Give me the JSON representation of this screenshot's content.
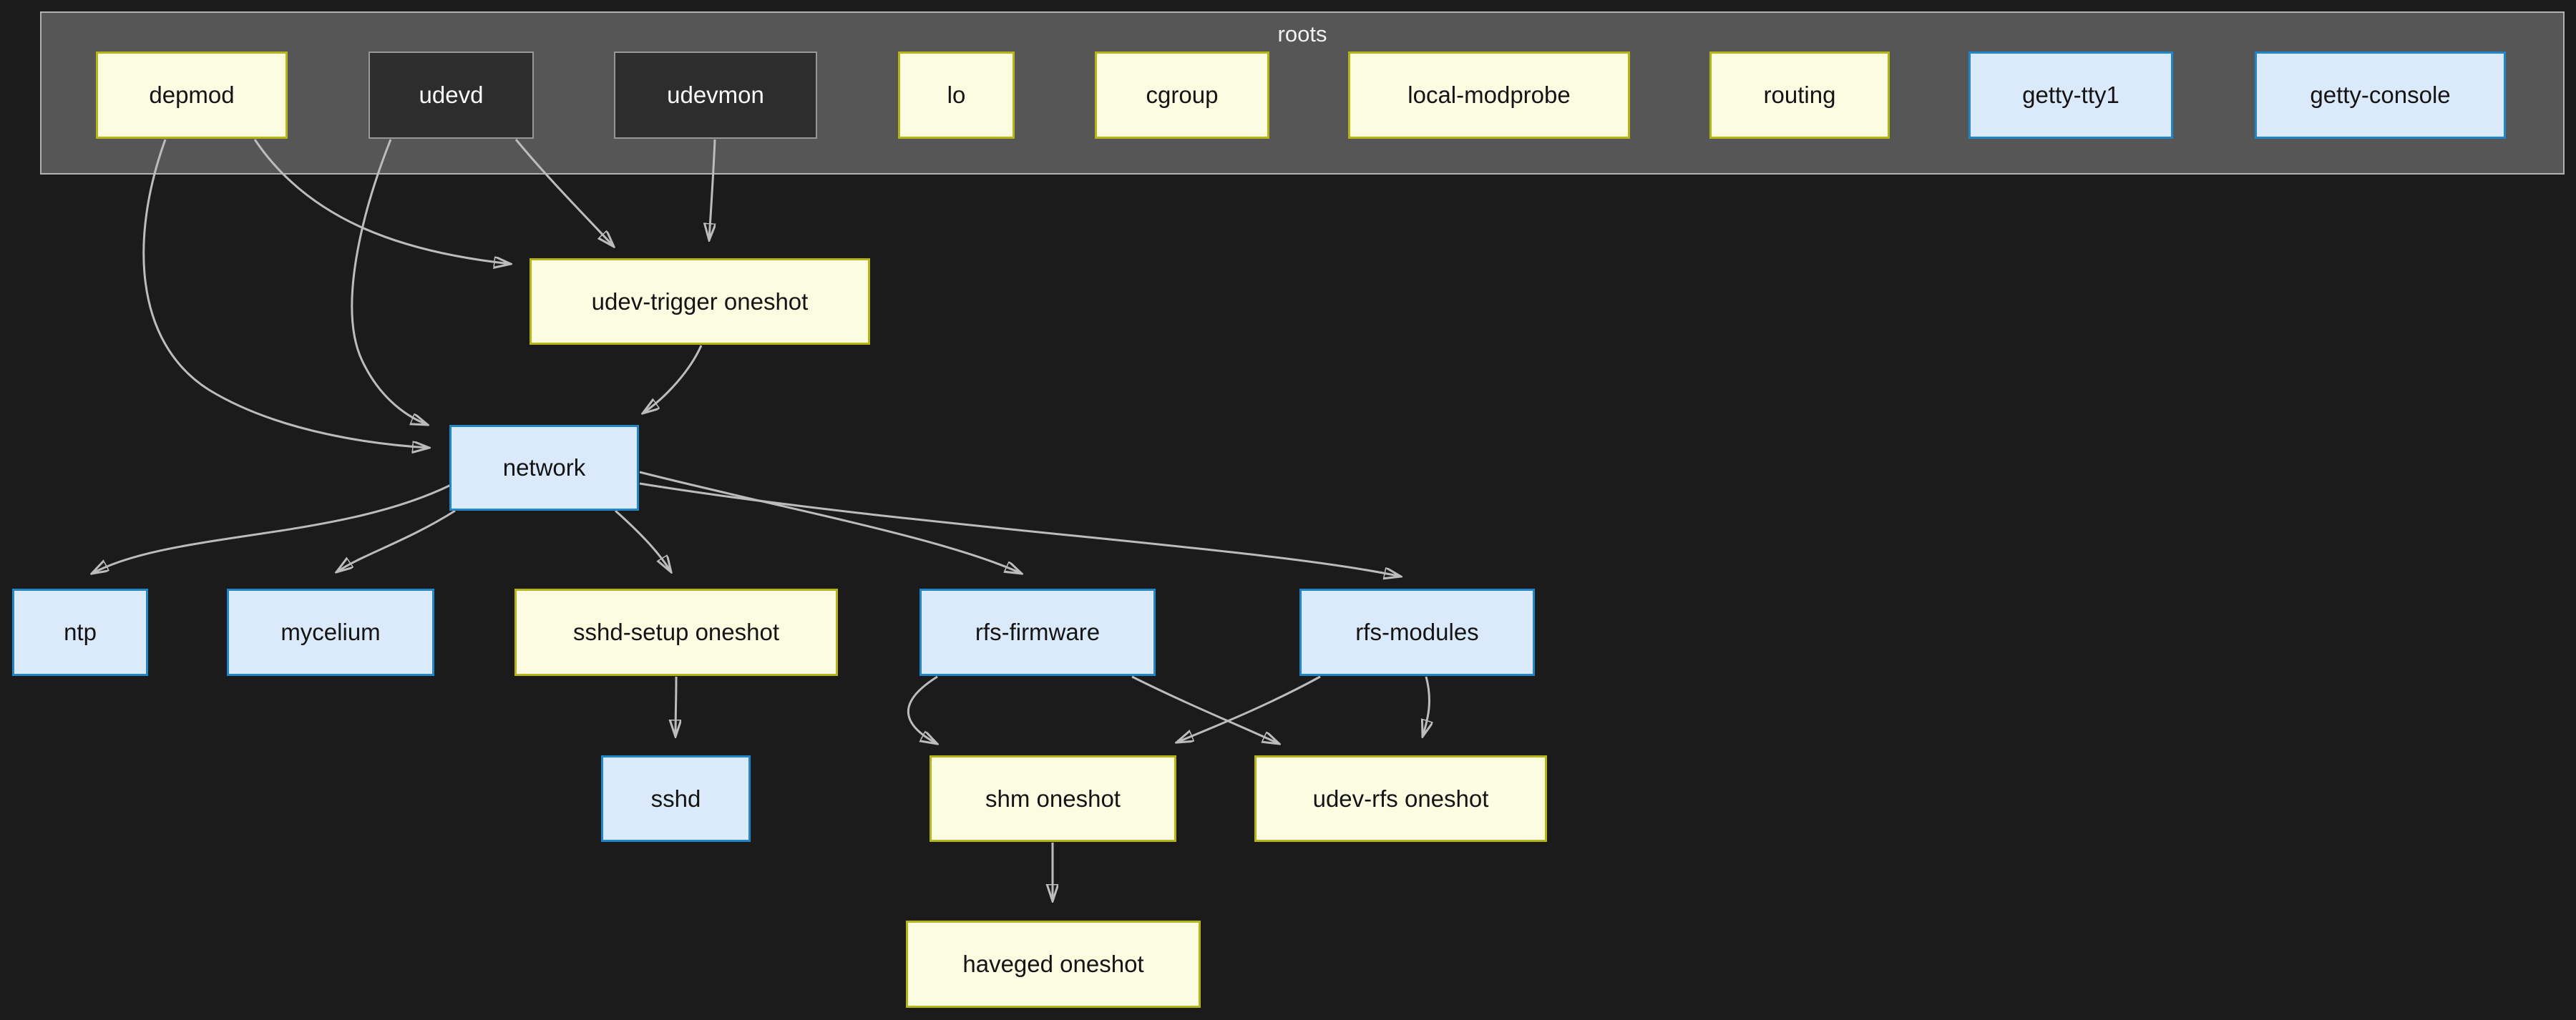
{
  "cluster": {
    "label": "roots"
  },
  "palette": {
    "background": "#1b1b1b",
    "cluster_fill": "#565656",
    "cluster_border": "#b2b2b2",
    "oneshot_fill": "#fcfce3",
    "oneshot_border": "#b5b516",
    "service_fill": "#daeafa",
    "service_border": "#2186c8",
    "daemon_fill": "#2d2d2d",
    "daemon_border": "#989898",
    "edge": "#bcbcbc"
  },
  "nodes": [
    {
      "id": "depmod",
      "label": "depmod",
      "style": "yellow"
    },
    {
      "id": "udevd",
      "label": "udevd",
      "style": "dark"
    },
    {
      "id": "udevmon",
      "label": "udevmon",
      "style": "dark"
    },
    {
      "id": "lo",
      "label": "lo",
      "style": "yellow"
    },
    {
      "id": "cgroup",
      "label": "cgroup",
      "style": "yellow"
    },
    {
      "id": "local-modprobe",
      "label": "local-modprobe",
      "style": "yellow"
    },
    {
      "id": "routing",
      "label": "routing",
      "style": "yellow"
    },
    {
      "id": "getty-tty1",
      "label": "getty-tty1",
      "style": "blue"
    },
    {
      "id": "getty-console",
      "label": "getty-console",
      "style": "blue"
    },
    {
      "id": "udev-trigger",
      "label": "udev-trigger oneshot",
      "style": "yellow"
    },
    {
      "id": "network",
      "label": "network",
      "style": "blue"
    },
    {
      "id": "ntp",
      "label": "ntp",
      "style": "blue"
    },
    {
      "id": "mycelium",
      "label": "mycelium",
      "style": "blue"
    },
    {
      "id": "sshd-setup",
      "label": "sshd-setup oneshot",
      "style": "yellow"
    },
    {
      "id": "rfs-firmware",
      "label": "rfs-firmware",
      "style": "blue"
    },
    {
      "id": "rfs-modules",
      "label": "rfs-modules",
      "style": "blue"
    },
    {
      "id": "sshd",
      "label": "sshd",
      "style": "blue"
    },
    {
      "id": "shm",
      "label": "shm oneshot",
      "style": "yellow"
    },
    {
      "id": "udev-rfs",
      "label": "udev-rfs oneshot",
      "style": "yellow"
    },
    {
      "id": "haveged",
      "label": "haveged oneshot",
      "style": "yellow"
    }
  ],
  "edges": [
    {
      "from": "depmod",
      "to": "udev-trigger"
    },
    {
      "from": "depmod",
      "to": "network"
    },
    {
      "from": "udevd",
      "to": "udev-trigger"
    },
    {
      "from": "udevd",
      "to": "network"
    },
    {
      "from": "udevmon",
      "to": "udev-trigger"
    },
    {
      "from": "udev-trigger",
      "to": "network"
    },
    {
      "from": "network",
      "to": "ntp"
    },
    {
      "from": "network",
      "to": "mycelium"
    },
    {
      "from": "network",
      "to": "sshd-setup"
    },
    {
      "from": "network",
      "to": "rfs-firmware"
    },
    {
      "from": "network",
      "to": "rfs-modules"
    },
    {
      "from": "sshd-setup",
      "to": "sshd"
    },
    {
      "from": "rfs-firmware",
      "to": "shm"
    },
    {
      "from": "rfs-firmware",
      "to": "udev-rfs"
    },
    {
      "from": "rfs-modules",
      "to": "shm"
    },
    {
      "from": "rfs-modules",
      "to": "udev-rfs"
    },
    {
      "from": "shm",
      "to": "haveged"
    }
  ]
}
